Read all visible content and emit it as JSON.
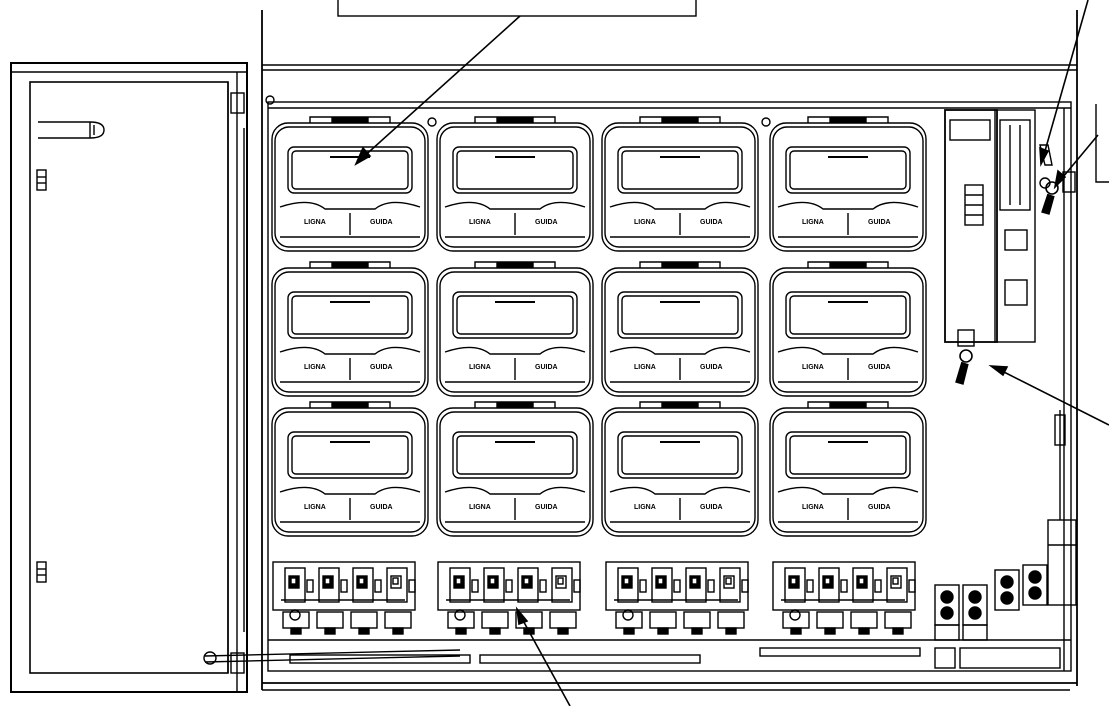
{
  "diagram": {
    "meter_labels": {
      "left": "LIGNA",
      "right": "GUIDA"
    },
    "meter_grid": {
      "rows": 3,
      "columns": 4
    },
    "breaker_groups": 4,
    "colors": {
      "stroke": "#000000",
      "background": "#ffffff",
      "shade": "#d9d9d9"
    }
  }
}
